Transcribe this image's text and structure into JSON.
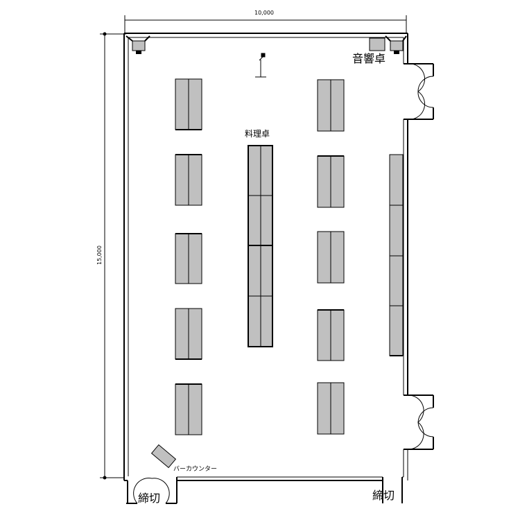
{
  "dimensions": {
    "width": "10,000",
    "height": "15,000"
  },
  "labels": {
    "sound_desk": "音響卓",
    "cooking_table": "料理卓",
    "bar_counter": "バーカウンター",
    "door_left": "締切",
    "door_right": "締切"
  },
  "colors": {
    "wall": "#000000",
    "table_fill": "#c0c0c0",
    "background": "#ffffff"
  },
  "tables": {
    "left_column_count": 5,
    "right_column_count": 5,
    "cooking_table_segments": 4,
    "side_table_segments": 4
  }
}
